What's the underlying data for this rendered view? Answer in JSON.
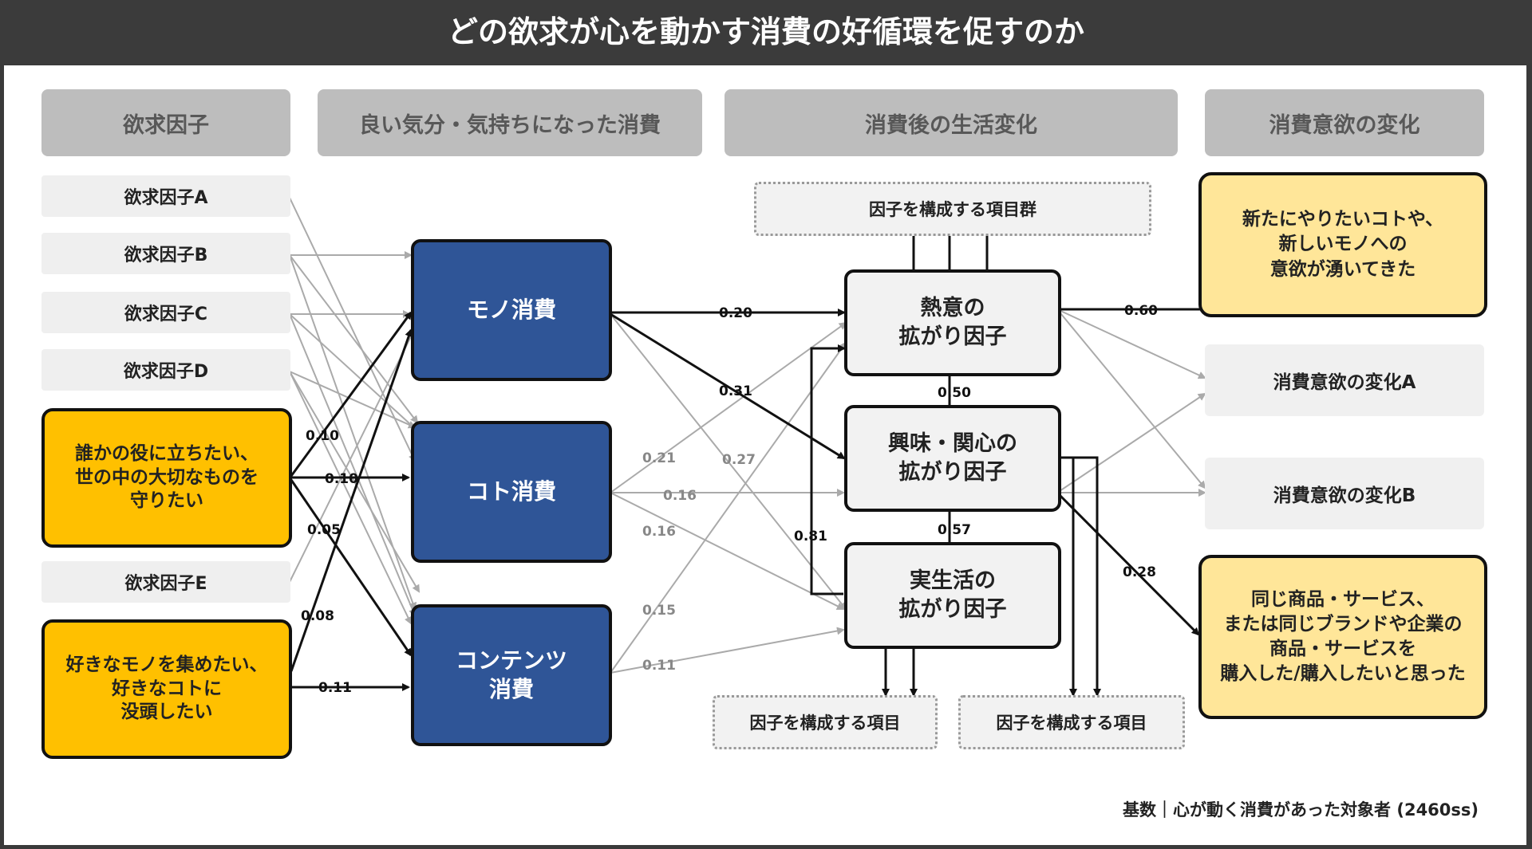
{
  "title": "どの欲求が心を動かす消費の好循環を促すのか",
  "headers": [
    "欲求因子",
    "良い気分・気持ちになった消費",
    "消費後の生活変化",
    "消費意欲の変化"
  ],
  "desire_factors": {
    "a": "欲求因子A",
    "b": "欲求因子B",
    "c": "欲求因子C",
    "d": "欲求因子D",
    "e": "欲求因子E",
    "help": "誰かの役に立ちたい、\n世の中の大切なものを\n守りたい",
    "collect": "好きなモノを集めたい、\n好きなコトに\n没頭したい"
  },
  "consumption": {
    "mono": "モノ消費",
    "koto": "コト消費",
    "content": "コンテンツ\n消費"
  },
  "life_change": {
    "top_items": "因子を構成する項目群",
    "enthusiasm": "熱意の\n拡がり因子",
    "interest": "興味・関心の\n拡がり因子",
    "reallife": "実生活の\n拡がり因子",
    "bottom_items_1": "因子を構成する項目",
    "bottom_items_2": "因子を構成する項目"
  },
  "motivation": {
    "new_things": "新たにやりたいコトや、\n新しいモノへの\n意欲が湧いてきた",
    "change_a": "消費意欲の変化A",
    "change_b": "消費意欲の変化B",
    "same_product": "同じ商品・サービス、\nまたは同じブランドや企業の\n商品・サービスを\n購入した/購入したいと思った"
  },
  "coefficients": {
    "help_mono": "0.10",
    "help_koto": "0.10",
    "help_content": "0.05",
    "collect_mono": "0.08",
    "collect_content": "0.11",
    "mono_enthusiasm": "0.20",
    "mono_interest": "0.31",
    "mono_reallife": "0.27",
    "koto_enthusiasm": "0.21",
    "koto_interest": "0.16",
    "koto_reallife": "0.16",
    "content_enthusiasm": "0.15",
    "content_reallife": "0.11",
    "reallife_enthusiasm": "0.81",
    "enthusiasm_interest": "0.50",
    "interest_reallife": "0.57",
    "enthusiasm_newthings": "0.60",
    "interest_sameproduct": "0.28"
  },
  "footer": "基数｜心が動く消費があった対象者 (2460ss)"
}
